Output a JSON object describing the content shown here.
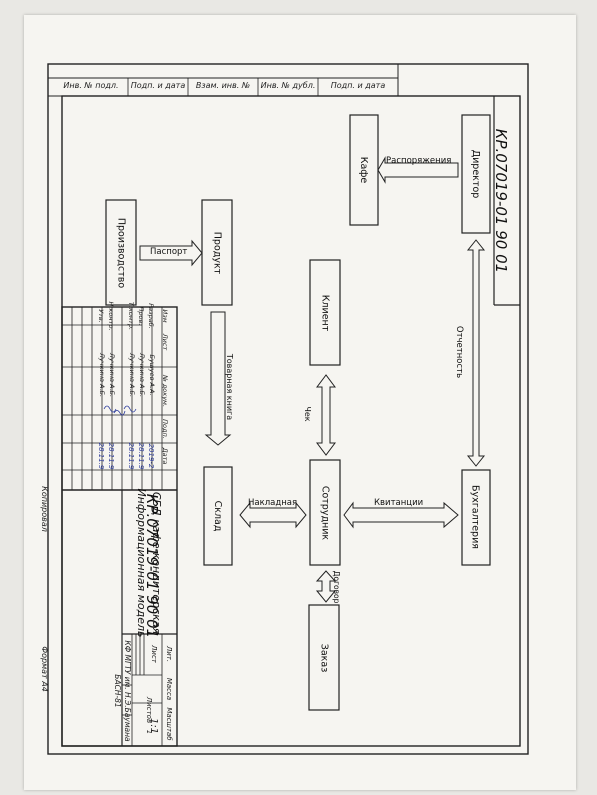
{
  "strip": {
    "cells": [
      "Инв. № подл.",
      "Подп. и дата",
      "Взам. инв. №",
      "Инв. № дубл.",
      "Подп. и дата"
    ]
  },
  "stamp_code": "КР.07019-01 90 01",
  "diagram": {
    "director": "Директор",
    "cafe": "Кафе",
    "accounting": "Бухгалтерия",
    "employee": "Сотрудник",
    "client": "Клиент",
    "product": "Продукт",
    "production": "Производство",
    "warehouse": "Склад",
    "order": "Заказ",
    "arrows": {
      "orders": "Распоряжения",
      "reporting": "Отчетность",
      "receipts": "Квитанции",
      "cheque": "Чек",
      "passport": "Паспорт",
      "goods_book": "Товарная книга",
      "invoice": "Накладная",
      "contract": "Договор"
    }
  },
  "title_block": {
    "code": "КР.07019-01 90 01",
    "name_line1": "СБД кафе-кондитерская",
    "name_line2": "Информационная модель",
    "header": {
      "izm": "Изм",
      "list": "Лист",
      "doc": "№ докум.",
      "sign": "Подп.",
      "date": "Дата"
    },
    "rows": [
      {
        "role": "Разраб.",
        "name": "Бушуев А.А.",
        "sign": "",
        "date": "2019-2"
      },
      {
        "role": "Пров.",
        "name": "Лучкина А.Б.",
        "sign": "",
        "date": "28.11.9"
      },
      {
        "role": "Т.контр.",
        "name": "Лучкина А.Б.",
        "sign": "",
        "date": "28.11.9"
      },
      {
        "role": "",
        "name": "",
        "sign": "",
        "date": ""
      },
      {
        "role": "Н.контр.",
        "name": "Лучкина А.Б.",
        "sign": "",
        "date": "28.11.9"
      },
      {
        "role": "Утв.",
        "name": "Лучкина А.Б.",
        "sign": "",
        "date": "28.11.9"
      }
    ],
    "lit": "Лит.",
    "mass": "Масса",
    "scale": "Масштаб",
    "scale_value": "1:1",
    "sheet": "Лист",
    "sheets": "Листов",
    "sheets_value": "1",
    "org_line1": "КФ МГТУ им. Н.Э.Баумана",
    "org_line2": "БАСН-81",
    "copied": "Копировал",
    "format": "Формат А4"
  }
}
